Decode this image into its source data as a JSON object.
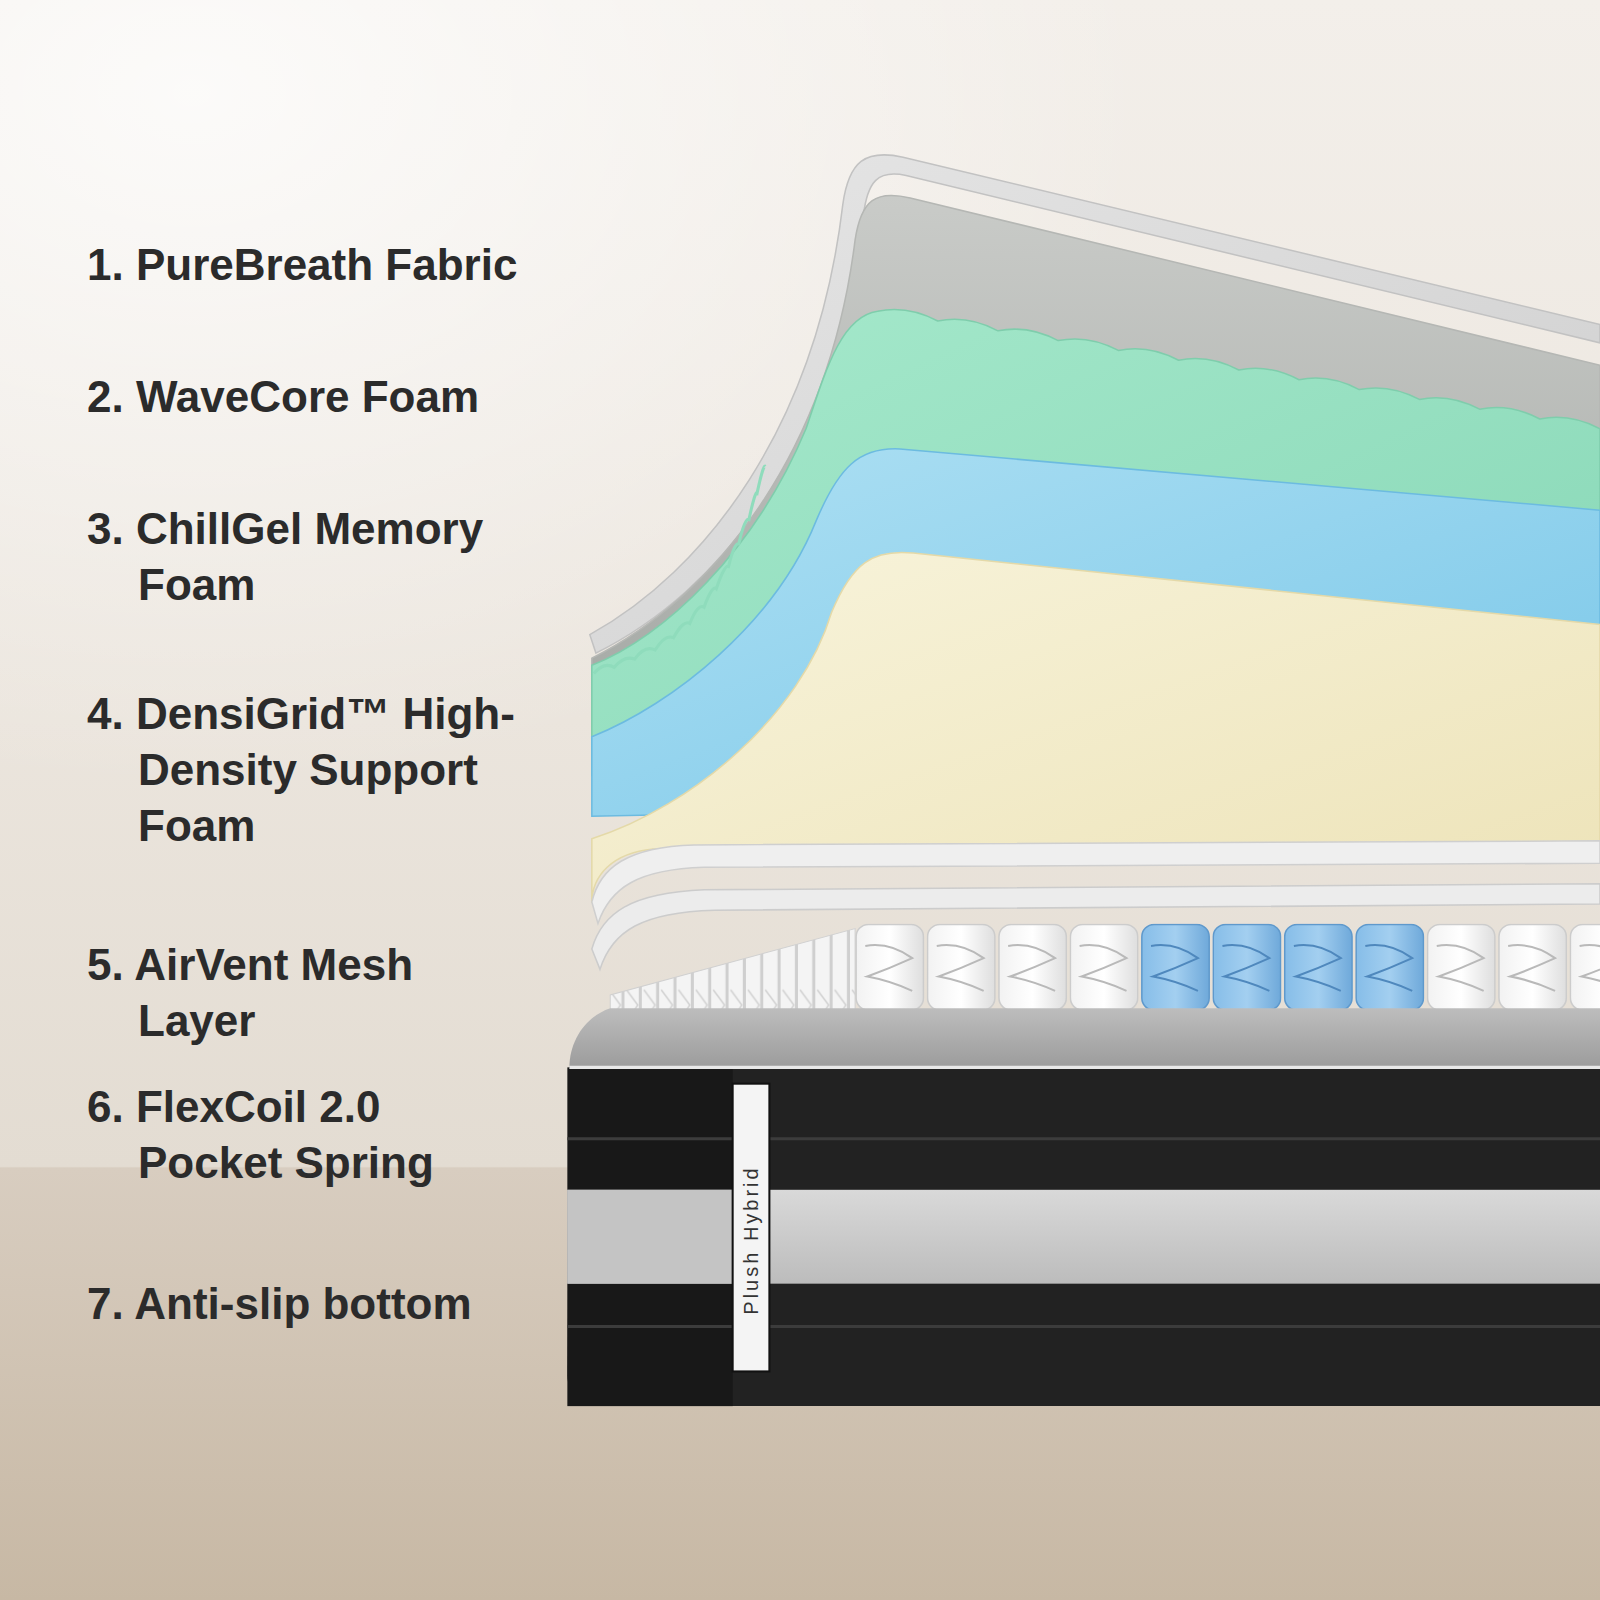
{
  "diagram": {
    "labels": [
      "1. PureBreath Fabric",
      "2. WaveCore Foam",
      "3. ChillGel Memory Foam",
      "4. DensiGrid™ High-Density Support Foam",
      "5. AirVent Mesh Layer",
      "6. FlexCoil 2.0 Pocket Spring",
      "7. Anti-slip bottom",
      "Plush Hybrid"
    ]
  }
}
